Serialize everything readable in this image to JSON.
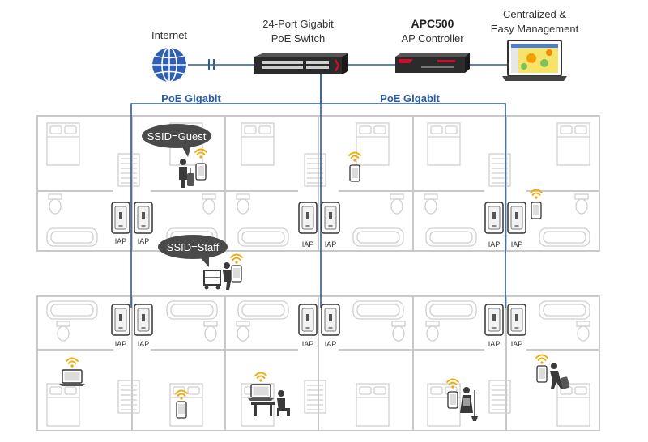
{
  "devices": {
    "internet_label": "Internet",
    "switch_label_1": "24-Port Gigabit",
    "switch_label_2": "PoE Switch",
    "controller_model": "APC500",
    "controller_label": "AP Controller",
    "management_label_1": "Centralized &",
    "management_label_2": "Easy Management"
  },
  "links": {
    "left_label": "PoE Gigabit",
    "right_label": "PoE Gigabit"
  },
  "ap_label": "IAP",
  "bubbles": {
    "guest": "SSID=Guest",
    "staff": "SSID=Staff"
  },
  "colors": {
    "cable": "#2a5aa8",
    "poe_text": "#2a5aa8",
    "wifi": "#f0a800",
    "globe": "#2f5fb5",
    "device_red": "#c8102e",
    "bubble": "#4a4a4a"
  }
}
